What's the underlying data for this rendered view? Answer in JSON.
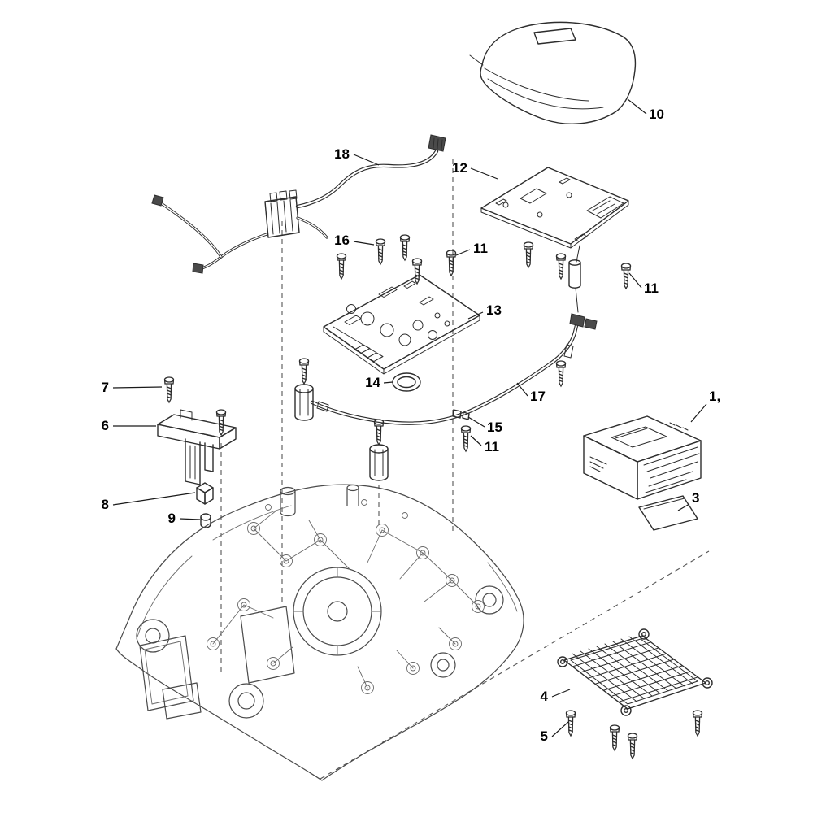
{
  "diagram": {
    "type": "exploded-parts-diagram",
    "background": "#ffffff",
    "line_color": "#2d2d2d",
    "label_color": "#000000",
    "callouts": {
      "c1": "1,",
      "c3": "3",
      "c4": "4",
      "c5": "5",
      "c6": "6",
      "c7": "7",
      "c8": "8",
      "c9": "9",
      "c10": "10",
      "c11a": "11",
      "c11b": "11",
      "c11c": "11",
      "c12": "12",
      "c13": "13",
      "c14": "14",
      "c15": "15",
      "c16": "16",
      "c17": "17",
      "c18": "18"
    }
  }
}
